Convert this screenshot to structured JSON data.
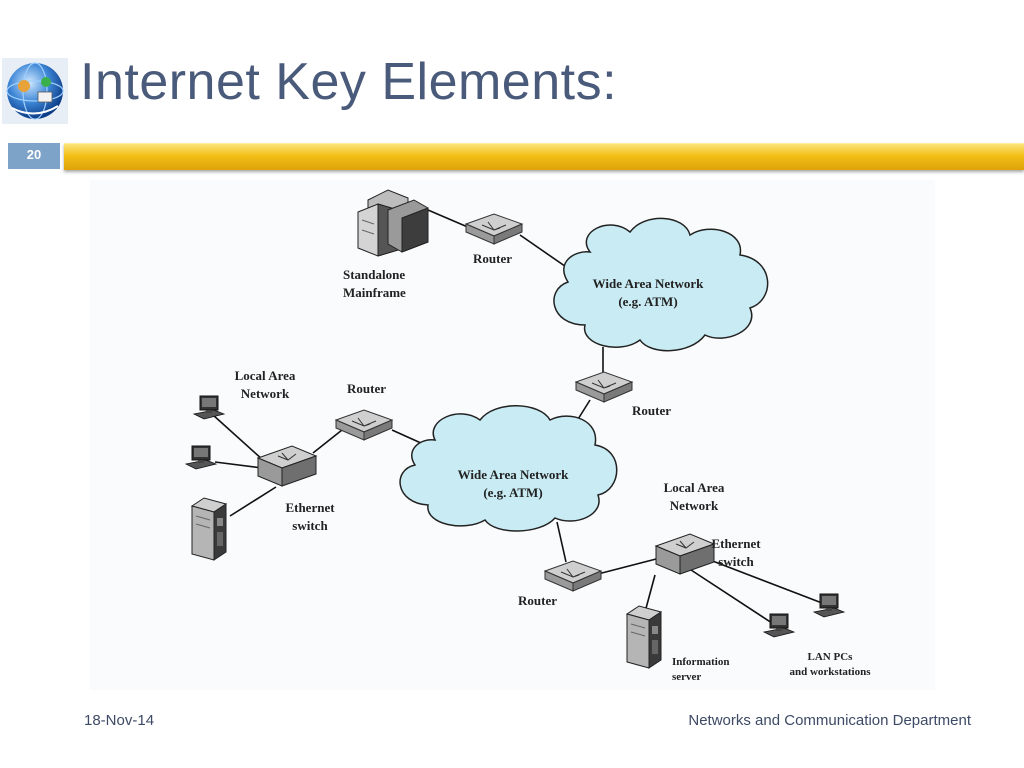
{
  "slide": {
    "title": "Internet Key Elements:",
    "number": "20",
    "footer_date": "18-Nov-14",
    "footer_department": "Networks and Communication Department"
  },
  "diagram": {
    "mainframe_label": [
      "Standalone",
      "Mainframe"
    ],
    "router_top_label": "Router",
    "wan_top_label": [
      "Wide Area Network",
      "(e.g. ATM)"
    ],
    "router_mid_right_label": "Router",
    "lan_left_label": [
      "Local Area",
      "Network"
    ],
    "router_left_label": "Router",
    "switch_left_label": [
      "Ethernet",
      "switch"
    ],
    "wan_center_label": [
      "Wide Area Network",
      "(e.g. ATM)"
    ],
    "lan_right_label": [
      "Local Area",
      "Network"
    ],
    "switch_right_label": [
      "Ethernet",
      "switch"
    ],
    "router_bottom_label": "Router",
    "info_server_label": [
      "Information",
      "server"
    ],
    "lan_pcs_label": [
      "LAN PCs",
      "and workstations"
    ]
  },
  "colors": {
    "title": "#4a5a7a",
    "accent_bar": "#f2bf17",
    "slide_number_bg": "#7da3c9",
    "cloud_fill": "#c9ecf4"
  }
}
